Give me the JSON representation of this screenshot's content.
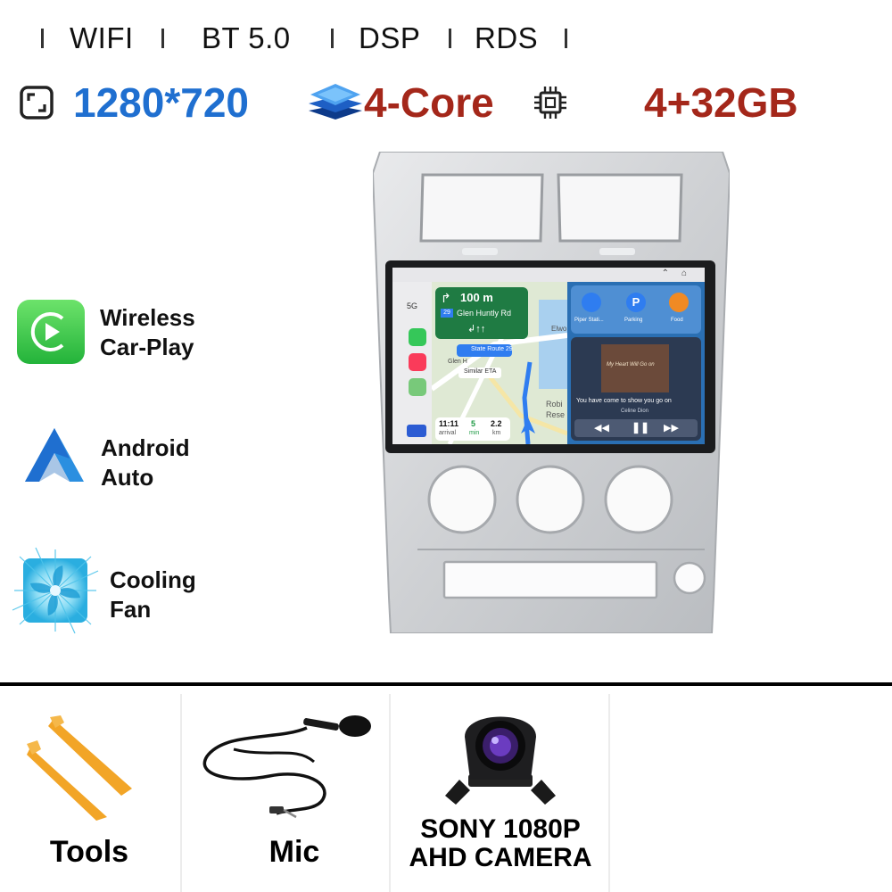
{
  "top_features": [
    "WIFI",
    "BT 5.0",
    "DSP",
    "RDS"
  ],
  "specs": {
    "resolution": "1280*720",
    "cpu": "4-Core",
    "memory": "4+32GB",
    "colors": {
      "resolution": "#1f6fd0",
      "cpu": "#a4271a",
      "memory": "#a4271a"
    }
  },
  "features": [
    {
      "icon": "carplay-icon",
      "line1": "Wireless",
      "line2": "Car-Play"
    },
    {
      "icon": "android-auto-icon",
      "line1": "Android",
      "line2": "Auto"
    },
    {
      "icon": "cooling-fan-icon",
      "line1": "Cooling",
      "line2": "Fan"
    }
  ],
  "screen": {
    "nav_distance": "100 m",
    "nav_street": "Glen Huntly Rd",
    "route_badge": "29",
    "route_label": "State Route 29",
    "route_place": "Glen H",
    "route_sub": "Similar ETA",
    "arrival_time": "11:11",
    "arrival_label": "arrival",
    "minutes": "5",
    "minutes_label": "min",
    "distance": "2.2",
    "distance_unit": "km",
    "map_label_1": "Elwo",
    "map_label_2": "Robi",
    "map_label_3": "Rese",
    "apps": [
      "Piper Stati...",
      "Parking",
      "Food"
    ],
    "song": "You have come to show you go on",
    "artist": "Celine Dion",
    "album_text": "My Heart Will Go on",
    "signal": "5G"
  },
  "accessories": [
    {
      "label": "Tools"
    },
    {
      "label": "Mic"
    },
    {
      "label_line1": "SONY 1080P",
      "label_line2": "AHD CAMERA"
    }
  ]
}
